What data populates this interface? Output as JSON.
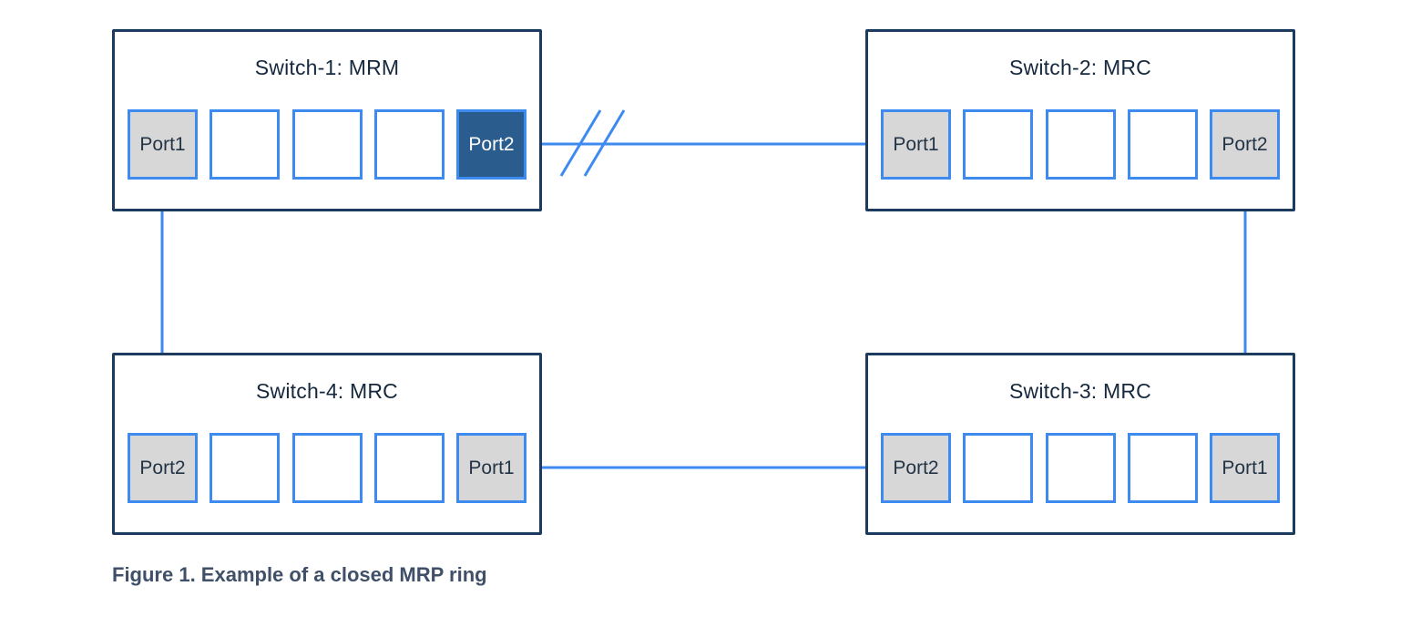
{
  "figure": {
    "caption": "Figure 1. Example of a closed MRP ring"
  },
  "switches": [
    {
      "title": "Switch-1: MRM",
      "ports": [
        {
          "label": "Port1",
          "state": "labeled"
        },
        {
          "label": "",
          "state": "empty"
        },
        {
          "label": "",
          "state": "empty"
        },
        {
          "label": "",
          "state": "empty"
        },
        {
          "label": "Port2",
          "state": "blocked"
        }
      ]
    },
    {
      "title": "Switch-2: MRC",
      "ports": [
        {
          "label": "Port1",
          "state": "labeled"
        },
        {
          "label": "",
          "state": "empty"
        },
        {
          "label": "",
          "state": "empty"
        },
        {
          "label": "",
          "state": "empty"
        },
        {
          "label": "Port2",
          "state": "labeled"
        }
      ]
    },
    {
      "title": "Switch-3: MRC",
      "ports": [
        {
          "label": "Port2",
          "state": "labeled"
        },
        {
          "label": "",
          "state": "empty"
        },
        {
          "label": "",
          "state": "empty"
        },
        {
          "label": "",
          "state": "empty"
        },
        {
          "label": "Port1",
          "state": "labeled"
        }
      ]
    },
    {
      "title": "Switch-4: MRC",
      "ports": [
        {
          "label": "Port2",
          "state": "labeled"
        },
        {
          "label": "",
          "state": "empty"
        },
        {
          "label": "",
          "state": "empty"
        },
        {
          "label": "",
          "state": "empty"
        },
        {
          "label": "Port1",
          "state": "labeled"
        }
      ]
    }
  ],
  "connections": [
    {
      "from": "Switch-1 Port2",
      "to": "Switch-2 Port1",
      "state": "blocked"
    },
    {
      "from": "Switch-2 Port2",
      "to": "Switch-3 Port1",
      "state": "active"
    },
    {
      "from": "Switch-3 Port2",
      "to": "Switch-4 Port1",
      "state": "active"
    },
    {
      "from": "Switch-4 Port2",
      "to": "Switch-1 Port1",
      "state": "active"
    }
  ],
  "colors": {
    "switch_border": "#1d3a5f",
    "port_border": "#3d8af0",
    "port_fill_labeled": "#d7d7d7",
    "port_fill_blocked": "#2a5d8e",
    "link_line": "#3d8af0",
    "title_text": "#16283e",
    "caption_text": "#3f5068"
  }
}
